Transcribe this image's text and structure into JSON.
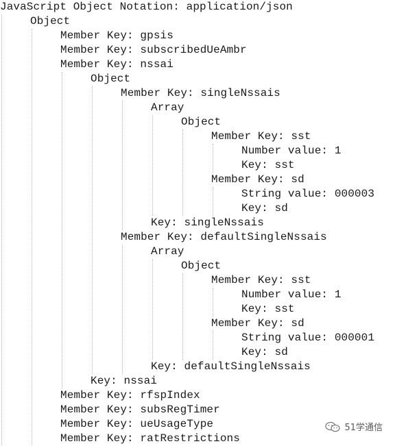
{
  "tree": {
    "rows": [
      {
        "text": "JavaScript Object Notation: application/json",
        "level": 0
      },
      {
        "text": "Object",
        "level": 1
      },
      {
        "text": "Member Key: gpsis",
        "level": 2
      },
      {
        "text": "Member Key: subscribedUeAmbr",
        "level": 2
      },
      {
        "text": "Member Key: nssai",
        "level": 2
      },
      {
        "text": "Object",
        "level": 3
      },
      {
        "text": "Member Key: singleNssais",
        "level": 4
      },
      {
        "text": "Array",
        "level": 5
      },
      {
        "text": "Object",
        "level": 6
      },
      {
        "text": "Member Key: sst",
        "level": 7
      },
      {
        "text": "Number value: 1",
        "level": 8
      },
      {
        "text": "Key: sst",
        "level": 8
      },
      {
        "text": "Member Key: sd",
        "level": 7
      },
      {
        "text": "String value: 000003",
        "level": 8
      },
      {
        "text": "Key: sd",
        "level": 8
      },
      {
        "text": "Key: singleNssais",
        "level": 5
      },
      {
        "text": "Member Key: defaultSingleNssais",
        "level": 4
      },
      {
        "text": "Array",
        "level": 5
      },
      {
        "text": "Object",
        "level": 6
      },
      {
        "text": "Member Key: sst",
        "level": 7
      },
      {
        "text": "Number value: 1",
        "level": 8
      },
      {
        "text": "Key: sst",
        "level": 8
      },
      {
        "text": "Member Key: sd",
        "level": 7
      },
      {
        "text": "String value: 000001",
        "level": 8
      },
      {
        "text": "Key: sd",
        "level": 8
      },
      {
        "text": "Key: defaultSingleNssais",
        "level": 5
      },
      {
        "text": "Key: nssai",
        "level": 3
      },
      {
        "text": "Member Key: rfspIndex",
        "level": 2
      },
      {
        "text": "Member Key: subsRegTimer",
        "level": 2
      },
      {
        "text": "Member Key: ueUsageType",
        "level": 2
      },
      {
        "text": "Member Key: ratRestrictions",
        "level": 2
      }
    ]
  },
  "watermark": {
    "text": "51学通信",
    "icon": "wechat-icon"
  },
  "colors": {
    "text": "#1a1a1a",
    "guide": "#b9b9b9"
  }
}
